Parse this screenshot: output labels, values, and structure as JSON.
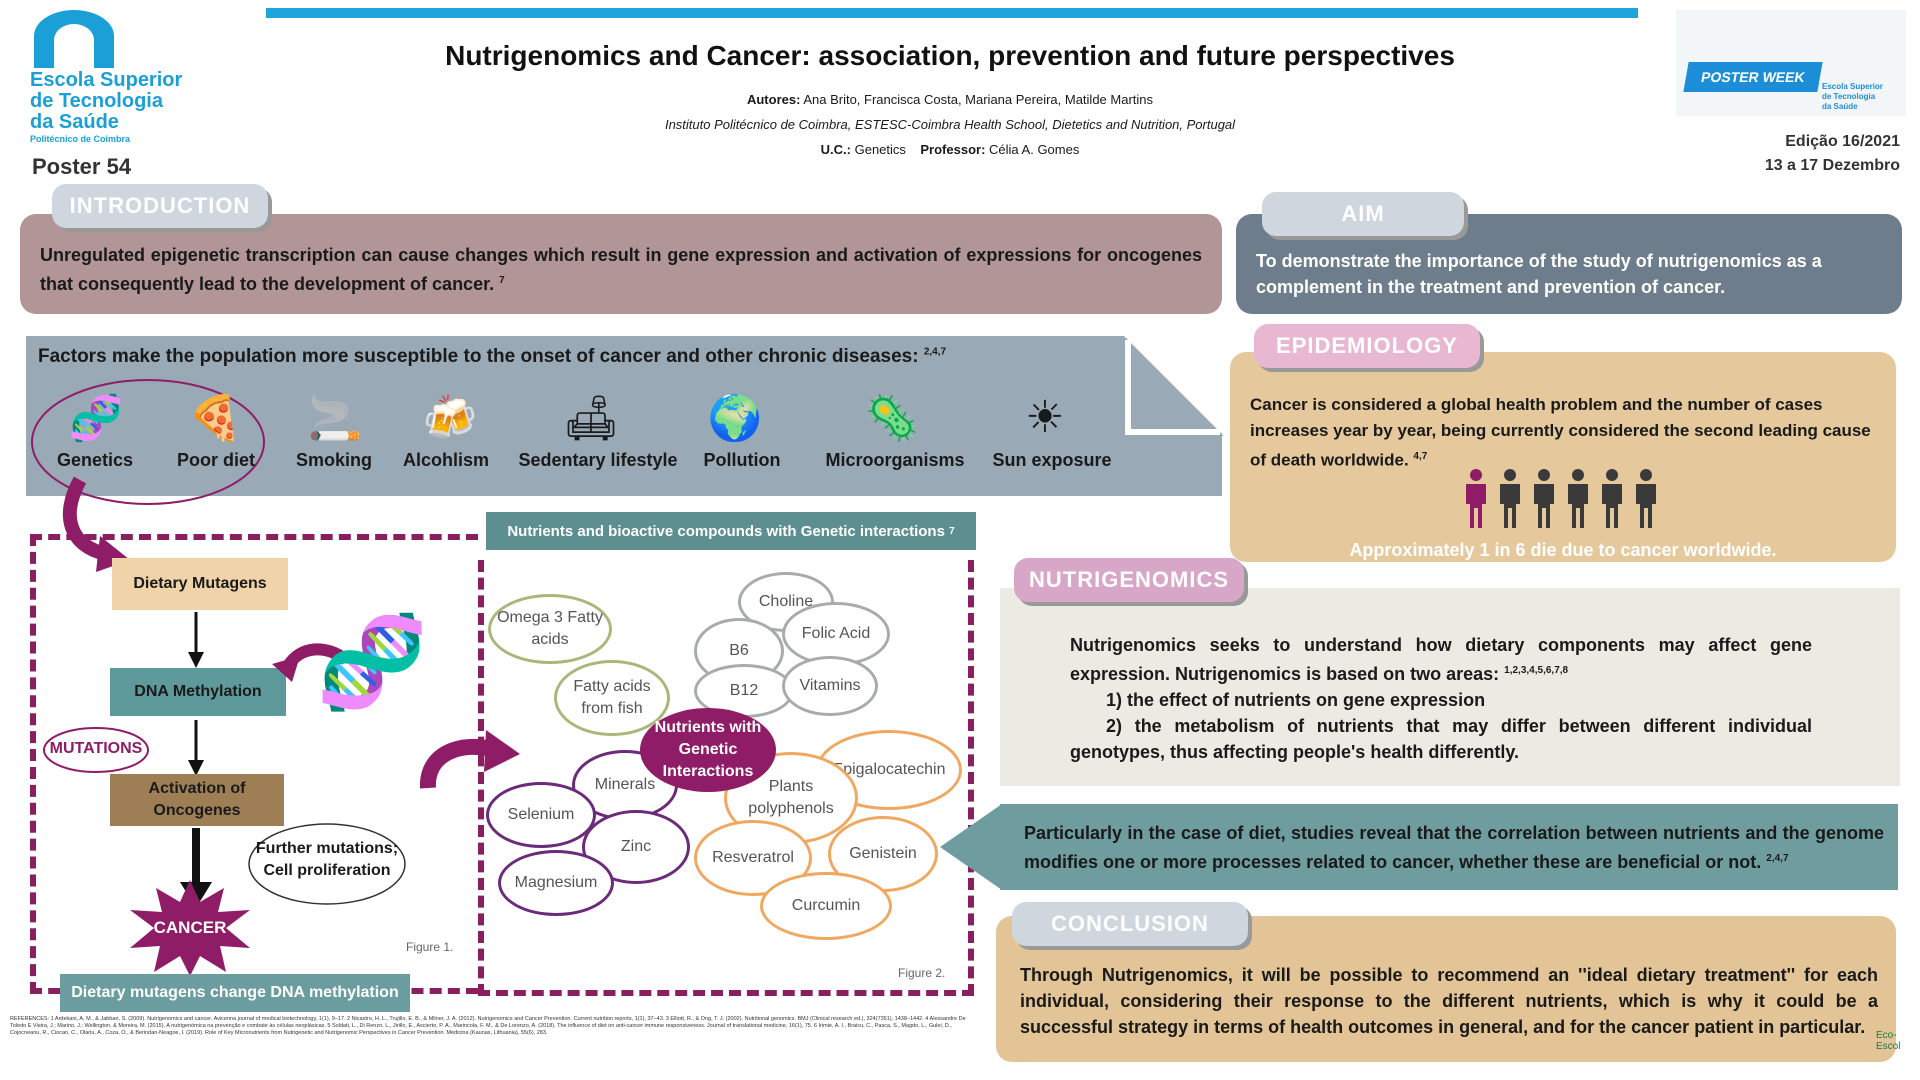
{
  "header": {
    "school_line1": "Escola Superior",
    "school_line2": "de Tecnologia",
    "school_line3": "da Saúde",
    "school_sub": "Politécnico de Coimbra",
    "poster_number": "Poster 54",
    "title": "Nutrigenomics and Cancer: association, prevention and future perspectives",
    "authors_label": "Autores:",
    "authors": "Ana Brito, Francisca Costa, Mariana Pereira, Matilde Martins",
    "institution": "Instituto Politécnico de Coimbra, ESTESC-Coimbra Health School, Dietetics and Nutrition, Portugal",
    "uc_label": "U.C.:",
    "uc": "Genetics",
    "prof_label": "Professor:",
    "prof": "Célia A. Gomes",
    "poster_week": "POSTER WEEK",
    "edition": "Edição 16/2021",
    "dates": "13 a 17 Dezembro"
  },
  "introduction": {
    "tab": "INTRODUCTION",
    "text": "Unregulated epigenetic transcription can cause changes which result in gene expression and activation of expressions for oncogenes that consequently lead to the development of cancer.",
    "ref": "7"
  },
  "aim": {
    "tab": "AIM",
    "text": "To demonstrate the importance of the study of nutrigenomics as a complement in the treatment and prevention of cancer."
  },
  "factors": {
    "title": "Factors make the population more susceptible to the onset of cancer and other chronic diseases:",
    "ref": "2,4,7",
    "items": [
      "Genetics",
      "Poor diet",
      "Smoking",
      "Alcohlism",
      "Sedentary lifestyle",
      "Pollution",
      "Microorganisms",
      "Sun exposure"
    ]
  },
  "figure1": {
    "dietary_mutagens": "Dietary Mutagens",
    "dna_methylation": "DNA Methylation",
    "mutations": "MUTATIONS",
    "activation": "Activation of Oncogenes",
    "further": "Further mutations; Cell proliferation",
    "cancer": "CANCER",
    "label": "Figure 1.",
    "banner": "Dietary mutagens change DNA methylation"
  },
  "figure2": {
    "banner": "Nutrients and bioactive compounds with Genetic interactions",
    "banner_ref": "7",
    "center": "Nutrients with Genetic Interactions",
    "omega3": "Omega 3 Fatty acids",
    "fish": "Fatty acids from fish",
    "choline": "Choline",
    "b6": "B6",
    "folic": "Folic Acid",
    "b12": "B12",
    "vitamins": "Vitamins",
    "minerals": "Minerals",
    "selenium": "Selenium",
    "zinc": "Zinc",
    "magnesium": "Magnesium",
    "plants": "Plants polyphenols",
    "epigallo": "Epigalocatechin",
    "resveratrol": "Resveratrol",
    "genistein": "Genistein",
    "curcumin": "Curcumin",
    "label": "Figure 2."
  },
  "references": "REFERENCES: 1 Ardekani, A. M., & Jabbari, S. (2009). Nutrigenomics and cancer. Avicenna journal of medical biotechnology, 1(1), 9–17. 2 Nicastro, H. L., Trujillo, E. B., & Milner, J. A. (2012). Nutrigenomics and Cancer Prevention. Current nutrition reports, 1(1), 37–43. 3 Elliott, R., & Ong, T. J. (2002). Nutritional genomics. BMJ (Clinical research ed.), 324(7351), 1438–1442. 4 Alessandre De Toledo E Vieira, J.; Marino, J.; Wellington, & Moreira, M. (2015). A nutrigenómica na prevenção e combate às células neoplásicas. 5 Soldati, L., Di Renzo, L., Jirillo, E., Ascierto, P. A., Marincola, F. M., & De Lorenzo, A. (2018). The influence of diet on anti-cancer immune responsiveness. Journal of translational medicine, 16(1), 75. 6 Irimie, A. I., Braicu, C., Pasca, S., Magdo, L., Gulei, D., Cojocneanu, R., Ciocan, C., Olariu, A., Coza, O., & Berindan-Neagoe, I. (2019). Role of Key Micronutrients from Nutrigenetic and Nutrigenomic Perspectives in Cancer Prevention. Medicina (Kaunas, Lithuania), 55(6), 283.",
  "epidemiology": {
    "tab": "EPIDEMIOLOGY",
    "text": "Cancer is considered a global health problem and the number of cases increases year by year, being currently considered the second leading cause of death worldwide.",
    "ref": "4,7",
    "footer": "Approximately 1 in 6 die due to cancer worldwide."
  },
  "nutrigenomics": {
    "tab": "NUTRIGENOMICS",
    "text": "Nutrigenomics seeks to understand how dietary components may affect gene expression. Nutrigenomics is based on two areas:",
    "ref": "1,2,3,4,5,6,7,8",
    "point1": "1) the effect of nutrients on gene expression",
    "point2": "2) the metabolism of nutrients that may differ between different individual genotypes, thus affecting people's health differently."
  },
  "particularly": {
    "text": "Particularly in the case of diet, studies reveal that the correlation between nutrients and the genome modifies one or more processes related to cancer, whether these are beneficial or not.",
    "ref": "2,4,7"
  },
  "conclusion": {
    "tab": "CONCLUSION",
    "text": "Through Nutrigenomics, it will be possible to recommend an ''ideal dietary treatment'' for each individual, considering their response to the different nutrients, which is why it could be a successful strategy in terms of health outcomes in general, and for the cancer patient in particular."
  },
  "eco_logo": "Eco-Escol"
}
